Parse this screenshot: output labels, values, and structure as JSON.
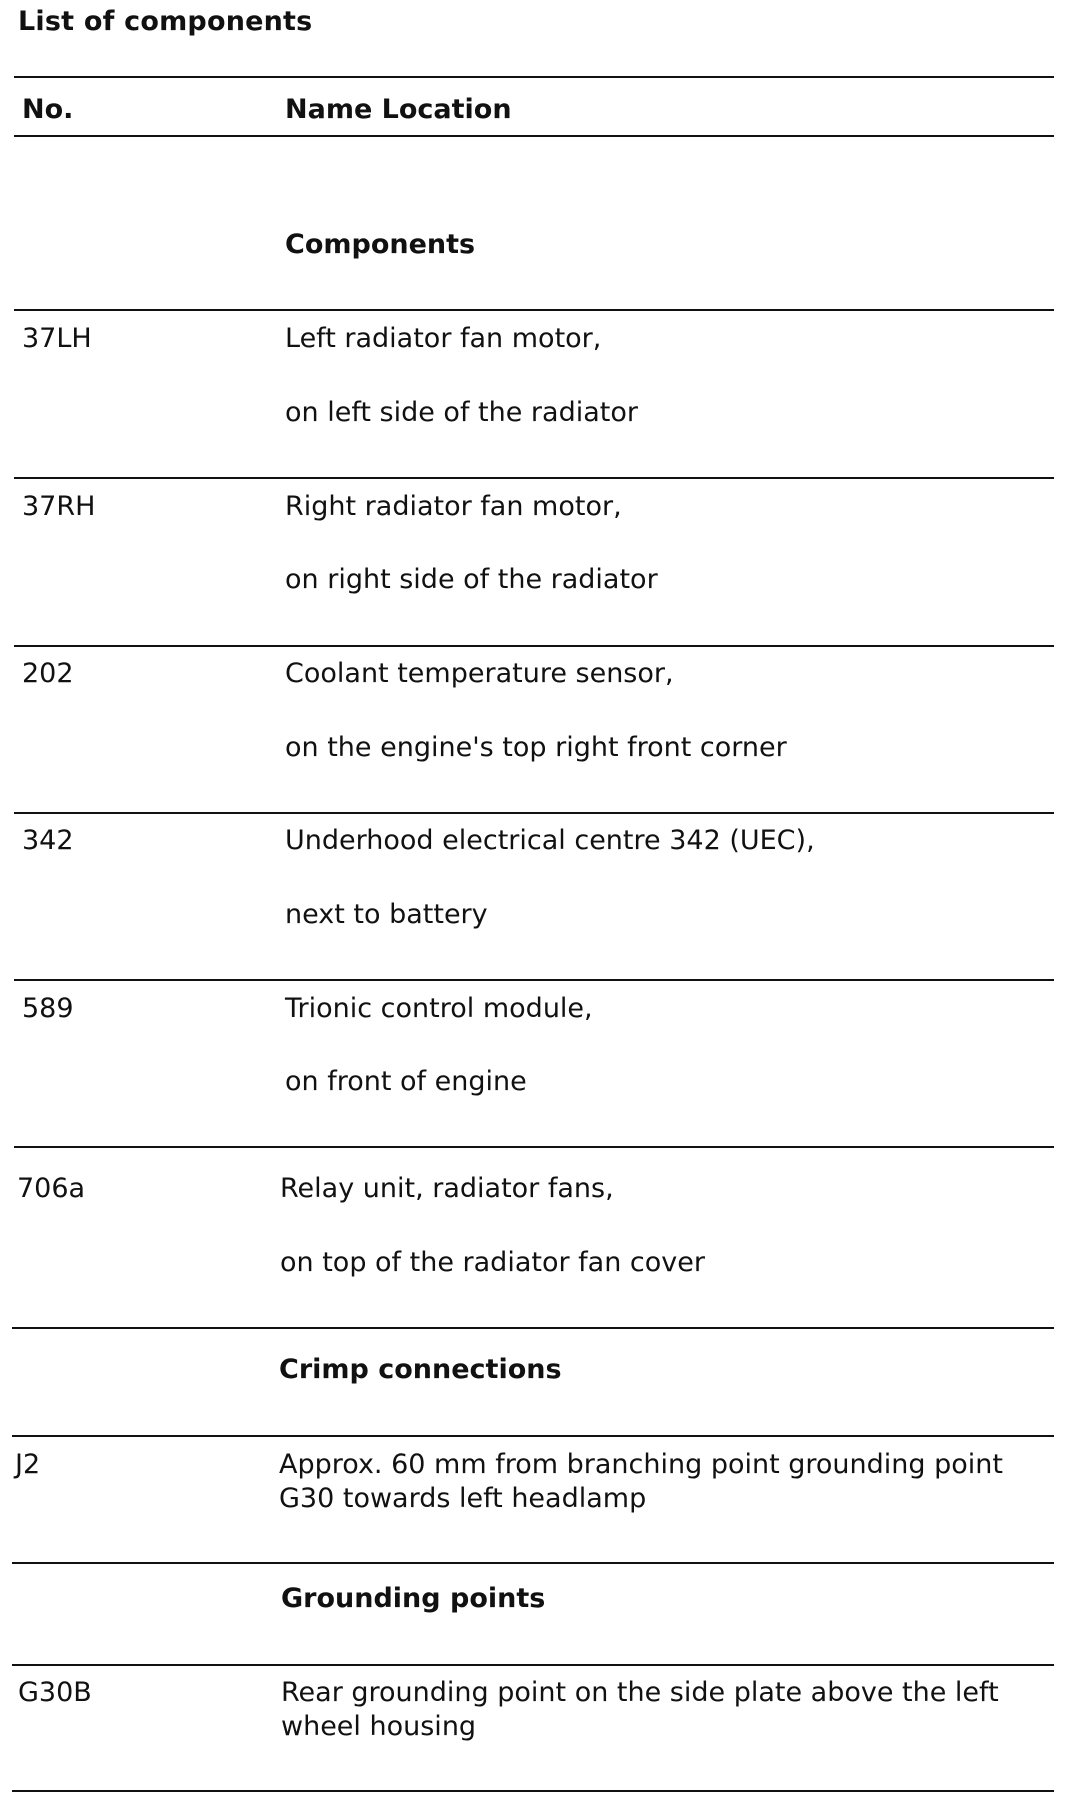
{
  "document": {
    "title": "List of components"
  },
  "table": {
    "headers": {
      "no": "No.",
      "name_location": "Name Location"
    },
    "sections": [
      {
        "heading": "Components",
        "rows": [
          {
            "no": "37LH",
            "name": "Left radiator fan motor,",
            "location": "on left side of the radiator"
          },
          {
            "no": "37RH",
            "name": "Right radiator fan motor,",
            "location": "on right side of the radiator"
          },
          {
            "no": "202",
            "name": "Coolant temperature sensor,",
            "location": "on the engine's top right front corner"
          },
          {
            "no": "342",
            "name": "Underhood electrical centre 342 (UEC),",
            "location": "next to battery"
          },
          {
            "no": "589",
            "name": "Trionic control module,",
            "location": "on front of engine"
          },
          {
            "no": "706a",
            "name": "Relay unit, radiator fans,",
            "location": "on top of the radiator fan cover"
          }
        ]
      },
      {
        "heading": "Crimp connections",
        "rows": [
          {
            "no": "J2",
            "description": "Approx. 60 mm from branching point grounding point G30 towards left headlamp"
          }
        ]
      },
      {
        "heading": "Grounding points",
        "rows": [
          {
            "no": "G30B",
            "description": "Rear grounding point on the side plate above the left wheel housing"
          }
        ]
      }
    ]
  }
}
